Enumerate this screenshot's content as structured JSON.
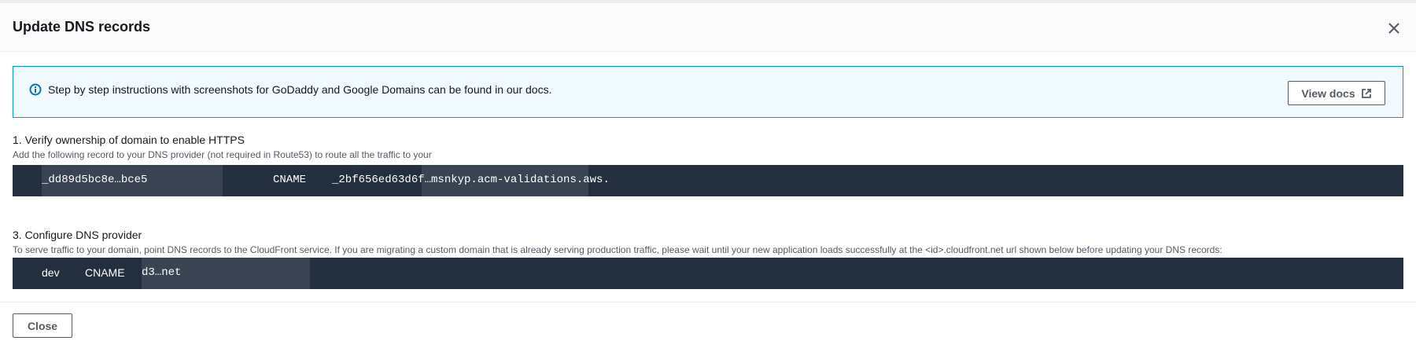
{
  "dialog": {
    "title": "Update DNS records",
    "info": {
      "text": "Step by step instructions with screenshots for GoDaddy and Google Domains can be found in our docs.",
      "button_label": "View docs"
    },
    "step1": {
      "title": "1. Verify ownership of domain to enable HTTPS",
      "description": "Add the following record to your DNS provider (not required in Route53) to route all the traffic to your",
      "record": {
        "name": "_dd89d5bc8e…bce5",
        "type": "CNAME",
        "value": "_2bf656ed63d6f…msnkyp.acm-validations.aws."
      }
    },
    "step2": {
      "title": "3. Configure DNS provider",
      "description": "To serve traffic to your domain, point DNS records to the CloudFront service. If you are migrating a custom domain that is already serving production traffic, please wait until your new application loads successfully at the <id>.cloudfront.net url shown below before updating your DNS records:",
      "record": {
        "name": "dev",
        "type": "CNAME",
        "value": "d3…net"
      }
    },
    "close_label": "Close"
  },
  "colors": {
    "info_border": "#00a1c9",
    "info_bg": "#f1faff",
    "code_bg": "#232f3e"
  },
  "icons": [
    "close-icon",
    "info-icon",
    "external-link-icon"
  ]
}
